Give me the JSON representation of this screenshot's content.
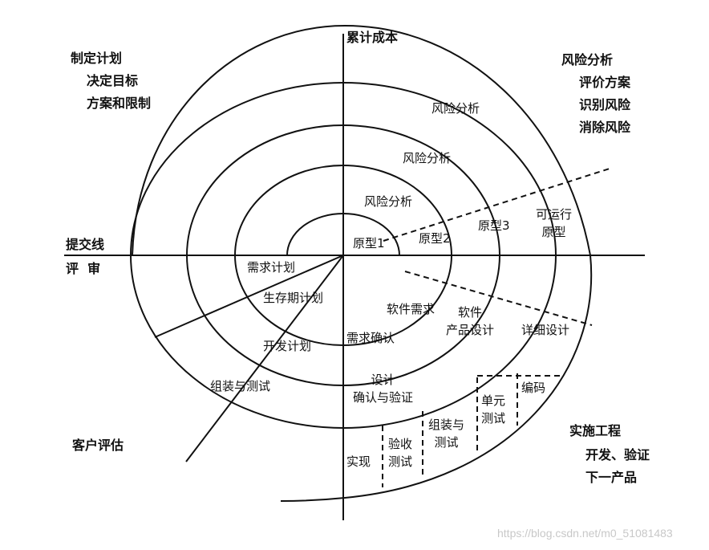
{
  "axes": {
    "vertical_label": "累计成本",
    "left_label_top": "提交线",
    "left_label_bottom": "评  审"
  },
  "quadrants": {
    "top_left": [
      "制定计划",
      "决定目标",
      "方案和限制"
    ],
    "top_right": [
      "风险分析",
      "评价方案",
      "识别风险",
      "消除风险"
    ],
    "bottom_left": "客户评估",
    "bottom_right": [
      "实施工程",
      "开发、验证",
      "下一产品"
    ]
  },
  "spiral": {
    "risk_analysis": [
      "风险分析",
      "风险分析",
      "风险分析"
    ],
    "prototypes": [
      "原型1",
      "原型2",
      "原型3",
      "可运行\n原型"
    ],
    "plans": [
      "需求计划",
      "生存期计划",
      "开发计划",
      "组装与测试"
    ],
    "engineering": [
      "软件需求",
      "需求确认",
      "软件\n产品设计",
      "详细设计",
      "设计\n确认与验证"
    ],
    "implementation": [
      "实现",
      "验收\n测试",
      "组装与\n测试",
      "单元\n测试",
      "编码"
    ]
  },
  "watermark": "https://blog.csdn.net/m0_51081483",
  "colors": {
    "line": "#111111",
    "text": "#111111",
    "watermark": "#c8c8c8"
  }
}
